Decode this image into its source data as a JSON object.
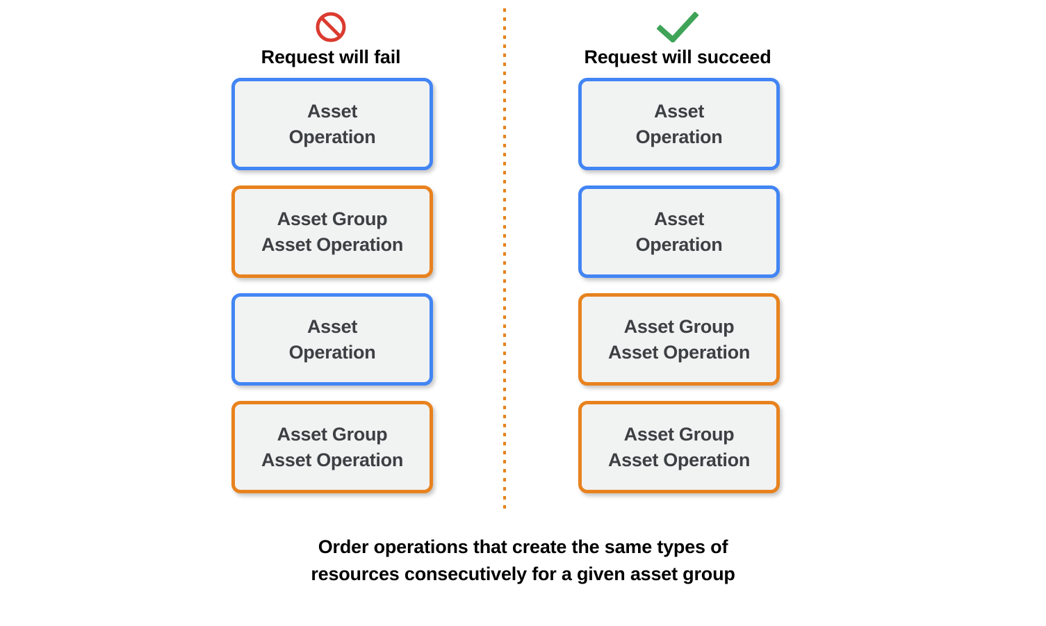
{
  "colors": {
    "blue_border": "#4285f4",
    "orange_border": "#e8821e",
    "box_fill": "#f1f2f2",
    "box_text": "#3c4043",
    "fail_icon": "#db3b30",
    "success_icon": "#3fa457",
    "divider": "#e8821e",
    "background": "#ffffff"
  },
  "columns": [
    {
      "id": "fail",
      "icon": "prohibition-icon",
      "title": "Request will fail",
      "boxes": [
        {
          "type": "asset-operation",
          "border": "blue",
          "lines": [
            "Asset",
            "Operation"
          ]
        },
        {
          "type": "asset-group-operation",
          "border": "orange",
          "lines": [
            "Asset Group",
            "Asset Operation"
          ]
        },
        {
          "type": "asset-operation",
          "border": "blue",
          "lines": [
            "Asset",
            "Operation"
          ]
        },
        {
          "type": "asset-group-operation",
          "border": "orange",
          "lines": [
            "Asset Group",
            "Asset Operation"
          ]
        }
      ]
    },
    {
      "id": "succeed",
      "icon": "checkmark-icon",
      "title": "Request will succeed",
      "boxes": [
        {
          "type": "asset-operation",
          "border": "blue",
          "lines": [
            "Asset",
            "Operation"
          ]
        },
        {
          "type": "asset-operation",
          "border": "blue",
          "lines": [
            "Asset",
            "Operation"
          ]
        },
        {
          "type": "asset-group-operation",
          "border": "orange",
          "lines": [
            "Asset Group",
            "Asset Operation"
          ]
        },
        {
          "type": "asset-group-operation",
          "border": "orange",
          "lines": [
            "Asset Group",
            "Asset Operation"
          ]
        }
      ]
    }
  ],
  "caption": {
    "line1": "Order operations that create the same types of",
    "line2": "resources consecutively for a given asset group"
  }
}
